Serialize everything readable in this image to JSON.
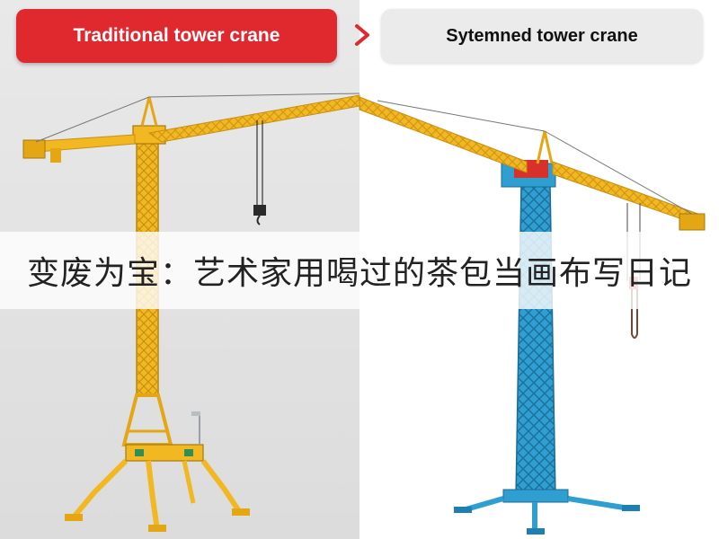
{
  "labels": {
    "left": "Traditional tower crane",
    "right": "Sytemned tower crane"
  },
  "overlay": {
    "caption": "变废为宝：艺术家用喝过的茶包当画布写日记"
  },
  "icons": {
    "arrow": "chevron-right-icon"
  },
  "colors": {
    "left_label_bg": "#e0282f",
    "right_label_bg": "#ebebeb",
    "crane_yellow": "#f2b821",
    "crane_blue": "#2f9fd1",
    "counterweight_red": "#d8312a"
  }
}
